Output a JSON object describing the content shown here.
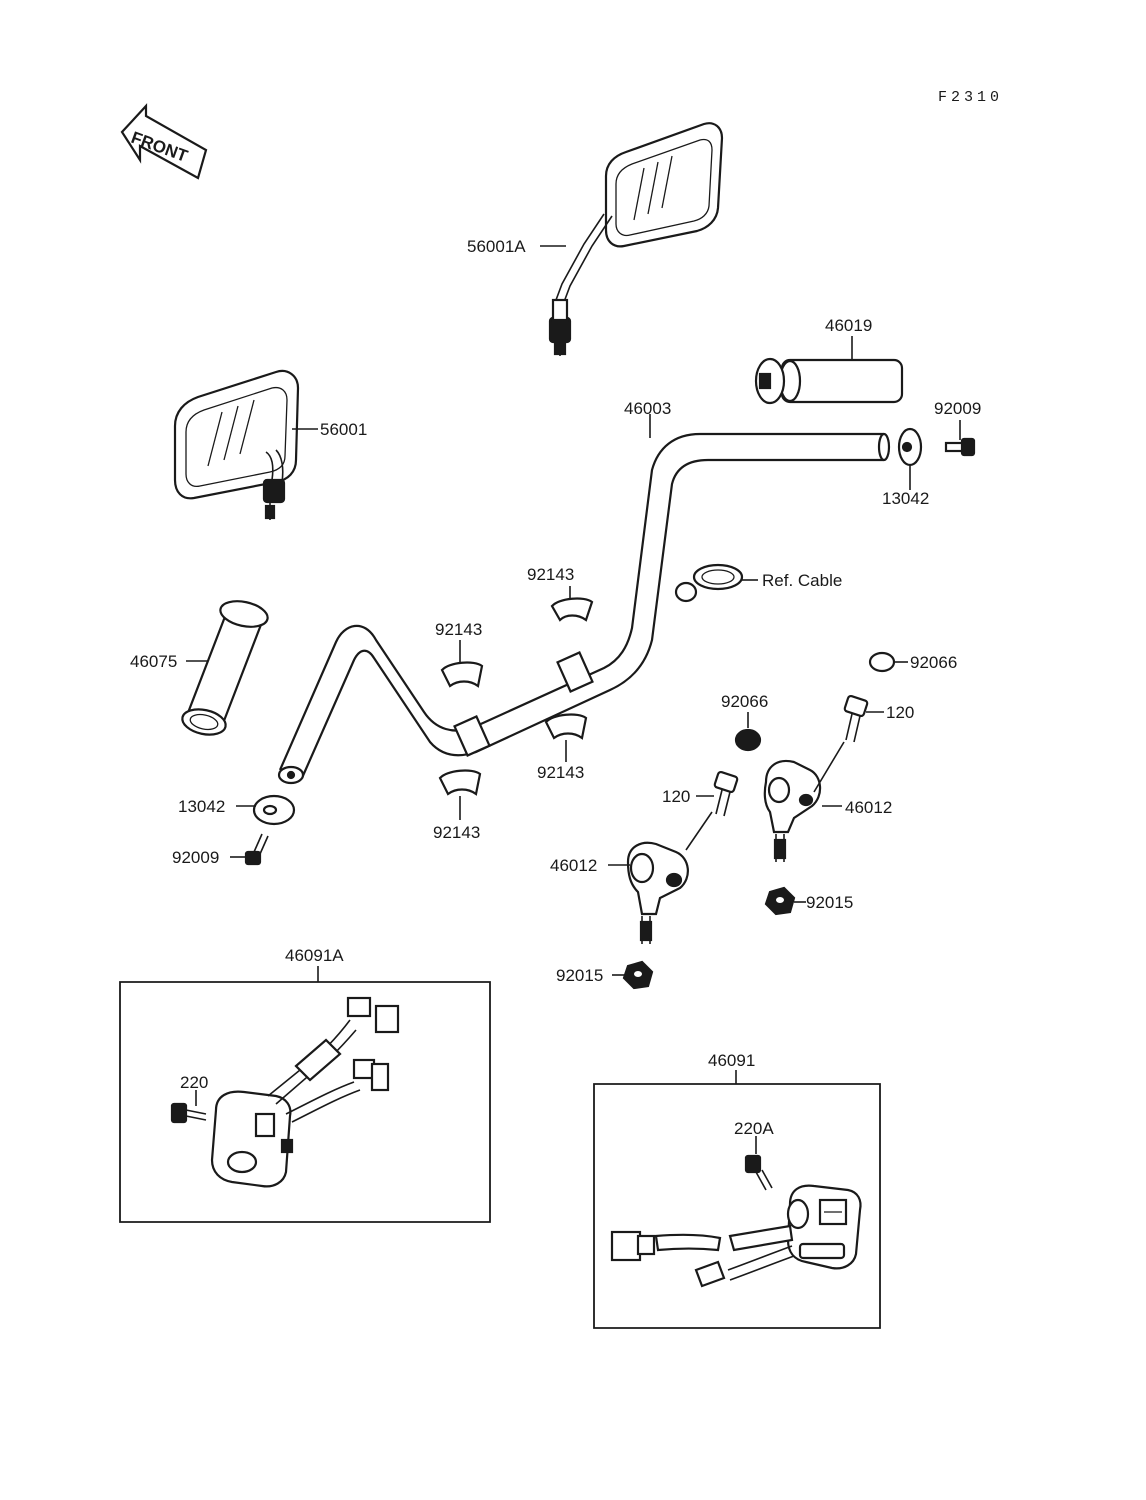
{
  "figure_code": "F2310",
  "front_label": "FRONT",
  "labels": {
    "mirror_right": "56001A",
    "mirror_left": "56001",
    "throttle_grip": "46019",
    "handlebar": "46003",
    "bolt_right_end": "92009",
    "weight_right_end": "13042",
    "ref_cable": "Ref. Cable",
    "collar_upper": "92143",
    "collar_mid_left": "92143",
    "collar_lower_right": "92143",
    "collar_lower_left": "92143",
    "grip_left": "46075",
    "cap_right": "92066",
    "cap_center": "92066",
    "bolt_120_right": "120",
    "bolt_120_left": "120",
    "holder_right": "46012",
    "holder_left": "46012",
    "weight_left_end": "13042",
    "bolt_left_end": "92009",
    "nut_right": "92015",
    "nut_left": "92015",
    "switch_left": "46091A",
    "screw_220": "220",
    "switch_right": "46091",
    "screw_220a": "220A"
  }
}
